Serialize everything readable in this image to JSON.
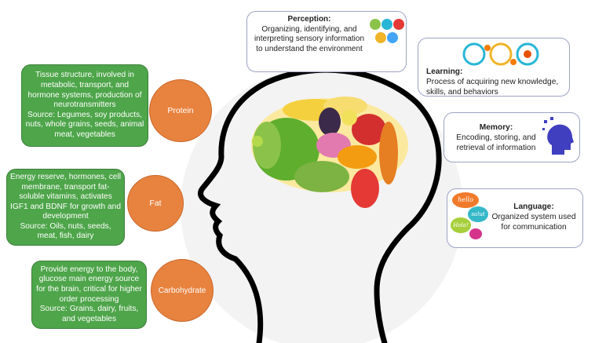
{
  "nutrients": [
    {
      "name": "Protein",
      "description": "Tissue structure, involved in metabolic, transport, and hormone systems, production of neurotransmitters",
      "source": "Source: Legumes, soy products, nuts, whole grains, seeds, animal meat, vegetables"
    },
    {
      "name": "Fat",
      "description": "Energy reserve, hormones, cell membrane, transport fat-soluble vitamins, activates IGF1 and BDNF for growth and development",
      "source": "Source: Oils, nuts, seeds, meat, fish, dairy"
    },
    {
      "name": "Carbohydrate",
      "description": "Provide energy to the body, glucose main energy source for the brain, critical for higher order processing",
      "source": "Source:  Grains, dairy, fruits, and vegetables"
    }
  ],
  "functions": [
    {
      "title": "Perception:",
      "text": "Organizing, identifying, and interpreting sensory information to understand the environment",
      "icon": "senses-icon"
    },
    {
      "title": "Learning:",
      "text": "Process of acquiring new knowledge, skills, and behaviors",
      "icon": "gears-icon"
    },
    {
      "title": "Memory:",
      "text": "Encoding, storing, and retrieval of information",
      "icon": "head-puzzle-icon"
    },
    {
      "title": "Language:",
      "text": "Organized system used for communication",
      "icon": "speech-bubbles-icon",
      "bubbles": [
        "hello",
        "salut",
        "Hola!"
      ]
    }
  ],
  "colors": {
    "green": "#4ea54a",
    "orange": "#e8823f",
    "box_border": "#9ea3c4"
  }
}
